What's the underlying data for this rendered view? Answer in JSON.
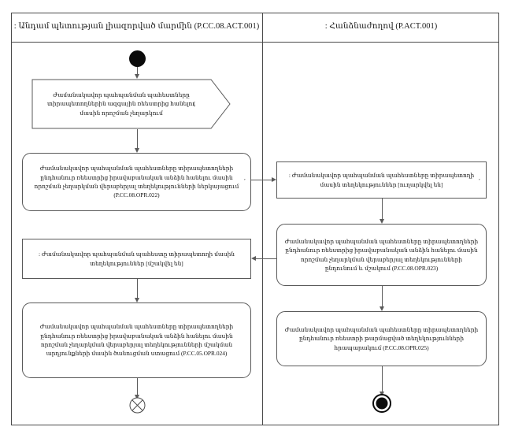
{
  "diagram": {
    "type": "uml-activity-diagram",
    "title_left_lane": ": Անդամ պետության լիազորված մարմին  (P.CC.08.ACT.001)",
    "title_right_lane": ": Հանձնաժողով (P.ACT.001)"
  },
  "lanes": {
    "left": {
      "header": ": Անդամ պետության լիազորված մարմին  (P.CC.08.ACT.001)",
      "nodes": [
        {
          "id": "start",
          "kind": "initial-node",
          "label": ""
        },
        {
          "id": "L1",
          "kind": "signal-receipt",
          "label": "Ժամանակավոր պահպանման պահեստները տիրապետողներին ազգային ռեեստրից հանելու մասին որոշման չեղարկում"
        },
        {
          "id": "L2",
          "kind": "action",
          "label": "Ժամանակավոր պահպանման պահեստները տիրապետողների ընդհանուր ռեեստրից իրավաբանական անձին հանելու մասին որոշման չեղարկման վերաբերյալ տեղեկությունների ներկայացում (P.CC.08.OPR.022)"
        },
        {
          "id": "L3",
          "kind": "object-node",
          "label": ": Ժամանակավոր պահպանման պահեստը տիրապետողի մասին տեղեկություններ [մշակվել են]"
        },
        {
          "id": "L4",
          "kind": "action",
          "label": "Ժամանակավոր պահպանման պահեստները տիրապետողների ընդհանուր ռեեստրից իրավաբանական անձին հանելու մասին որոշման չեղարկման վերաբերյալ տեղեկությունների մշակման  արդյունքների մասին ծանուցման ստացում (P.CC.05.OPR.024)"
        },
        {
          "id": "end-left",
          "kind": "flow-final-node",
          "label": ""
        }
      ]
    },
    "right": {
      "header": ": Հանձնաժողով (P.ACT.001)",
      "nodes": [
        {
          "id": "R1",
          "kind": "object-node",
          "label": ": Ժամանակավոր պահպանման պահեստները տիրապետողի մասին տեղեկություններ [ուղարկվել են]"
        },
        {
          "id": "R2",
          "kind": "action",
          "label": "Ժամանակավոր պահպանման պահեստները տիրապետողների ընդհանուր ռեեստրից իրավաբանական անձին հանելու մասին որոշման չեղարկման վերաբերյալ տեղեկությունների ընդունում և մշակում (P.CC.08.OPR.023)"
        },
        {
          "id": "R3",
          "kind": "action",
          "label": "Ժամանակավոր պահպանման պահեստները տիրապետողների ընդհանուր ռեեստրի թարմացված տեղեկությունների հրապարակում (P.CC.08.OPR.025)"
        },
        {
          "id": "end-right",
          "kind": "activity-final-node",
          "label": ""
        }
      ]
    }
  },
  "edges": [
    {
      "from": "start",
      "to": "L1",
      "direction": "down"
    },
    {
      "from": "L1",
      "to": "L2",
      "direction": "down"
    },
    {
      "from": "L2",
      "to": "R1",
      "direction": "right"
    },
    {
      "from": "R1",
      "to": "R2",
      "direction": "down"
    },
    {
      "from": "R2",
      "to": "L3",
      "direction": "left"
    },
    {
      "from": "L3",
      "to": "L4",
      "direction": "down"
    },
    {
      "from": "L4",
      "to": "end-left",
      "direction": "down"
    },
    {
      "from": "R2",
      "to": "R3",
      "direction": "down"
    },
    {
      "from": "R3",
      "to": "end-right",
      "direction": "down"
    }
  ],
  "colors": {
    "stroke": "#595959",
    "text": "#111111",
    "background": "#ffffff",
    "node_fill": "#ffffff"
  }
}
